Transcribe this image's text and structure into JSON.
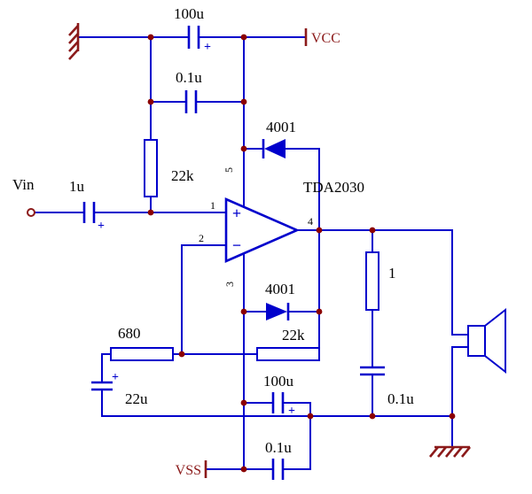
{
  "colors": {
    "wire": "#0000CC",
    "junction": "#8B0000",
    "supply": "#8B1A1A",
    "text": "#000000",
    "background": "#FFFFFF"
  },
  "schematic": {
    "ic": {
      "name": "TDA2030",
      "plus": "+",
      "minus": "−",
      "pin_noninverting": "1",
      "pin_inverting": "2",
      "pin_vss": "3",
      "pin_output": "4",
      "pin_vcc": "5"
    },
    "supplies": {
      "vcc": "VCC",
      "vss": "VSS"
    },
    "input": {
      "name": "Vin"
    },
    "capacitors": {
      "vcc_bulk": {
        "value": "100u",
        "polarity": "+"
      },
      "vcc_bypass": {
        "value": "0.1u"
      },
      "input_coupling": {
        "value": "1u",
        "polarity": "+"
      },
      "gain": {
        "value": "22u",
        "polarity": "+"
      },
      "zobel": {
        "value": "0.1u"
      },
      "vss_bulk": {
        "value": "100u",
        "polarity": "+"
      },
      "vss_bypass": {
        "value": "0.1u"
      }
    },
    "resistors": {
      "bias": {
        "value": "22k"
      },
      "feedback": {
        "value": "22k"
      },
      "gain": {
        "value": "680"
      },
      "zobel": {
        "value": "1"
      }
    },
    "diodes": {
      "top": {
        "value": "4001"
      },
      "bottom": {
        "value": "4001"
      }
    }
  }
}
